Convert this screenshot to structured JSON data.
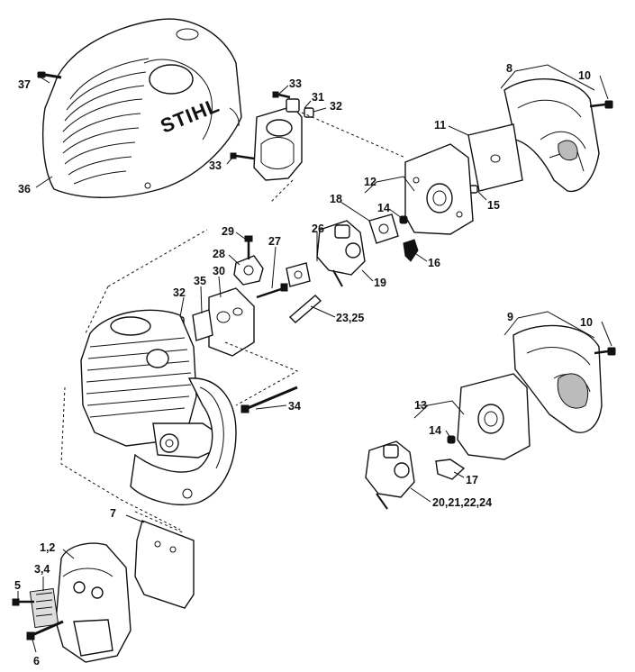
{
  "brand": "STIHL",
  "callouts": {
    "c1_2": "1,2",
    "c3_4": "3,4",
    "c5": "5",
    "c6": "6",
    "c7": "7",
    "c8": "8",
    "c9": "9",
    "c10a": "10",
    "c10b": "10",
    "c11": "11",
    "c12": "12",
    "c13": "13",
    "c14a": "14",
    "c14b": "14",
    "c15": "15",
    "c16": "16",
    "c17": "17",
    "c18": "18",
    "c19": "19",
    "c20_24": "20,21,22,24",
    "c23_25": "23,25",
    "c26": "26",
    "c27": "27",
    "c28": "28",
    "c29": "29",
    "c30": "30",
    "c31": "31",
    "c32a": "32",
    "c32b": "32",
    "c33a": "33",
    "c33b": "33",
    "c34": "34",
    "c35": "35",
    "c36": "36",
    "c37": "37"
  }
}
